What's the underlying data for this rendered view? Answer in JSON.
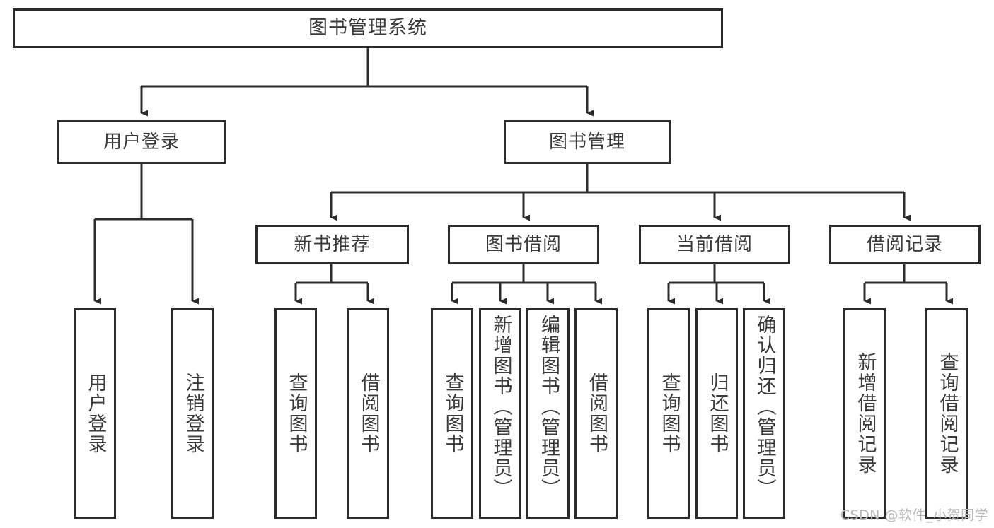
{
  "diagram": {
    "title": "图书管理系统",
    "watermark": "CSDN @软件_小贺同学",
    "colors": {
      "border": "#2b2b2b",
      "text": "#3a3a3a",
      "background": "#ffffff",
      "connector": "#2b2b2b",
      "watermark": "#b9b9b9"
    },
    "root": {
      "label": "图书管理系统"
    },
    "level2": [
      {
        "label": "用户登录"
      },
      {
        "label": "图书管理"
      }
    ],
    "level3": [
      {
        "label": "新书推荐"
      },
      {
        "label": "图书借阅"
      },
      {
        "label": "当前借阅"
      },
      {
        "label": "借阅记录"
      }
    ],
    "leaves": {
      "user_login": [
        {
          "label": "用户登录"
        },
        {
          "label": "注销登录"
        }
      ],
      "new_book_recommend": [
        {
          "label": "查询图书"
        },
        {
          "label": "借阅图书"
        }
      ],
      "book_borrow": [
        {
          "label": "查询图书"
        },
        {
          "label": "新增图书（管理员）"
        },
        {
          "label": "编辑图书（管理员）"
        },
        {
          "label": "借阅图书"
        }
      ],
      "current_borrow": [
        {
          "label": "查询图书"
        },
        {
          "label": "归还图书"
        },
        {
          "label": "确认归还（管理员）"
        }
      ],
      "borrow_record": [
        {
          "label": "新增借阅记录"
        },
        {
          "label": "查询借阅记录"
        }
      ]
    }
  }
}
